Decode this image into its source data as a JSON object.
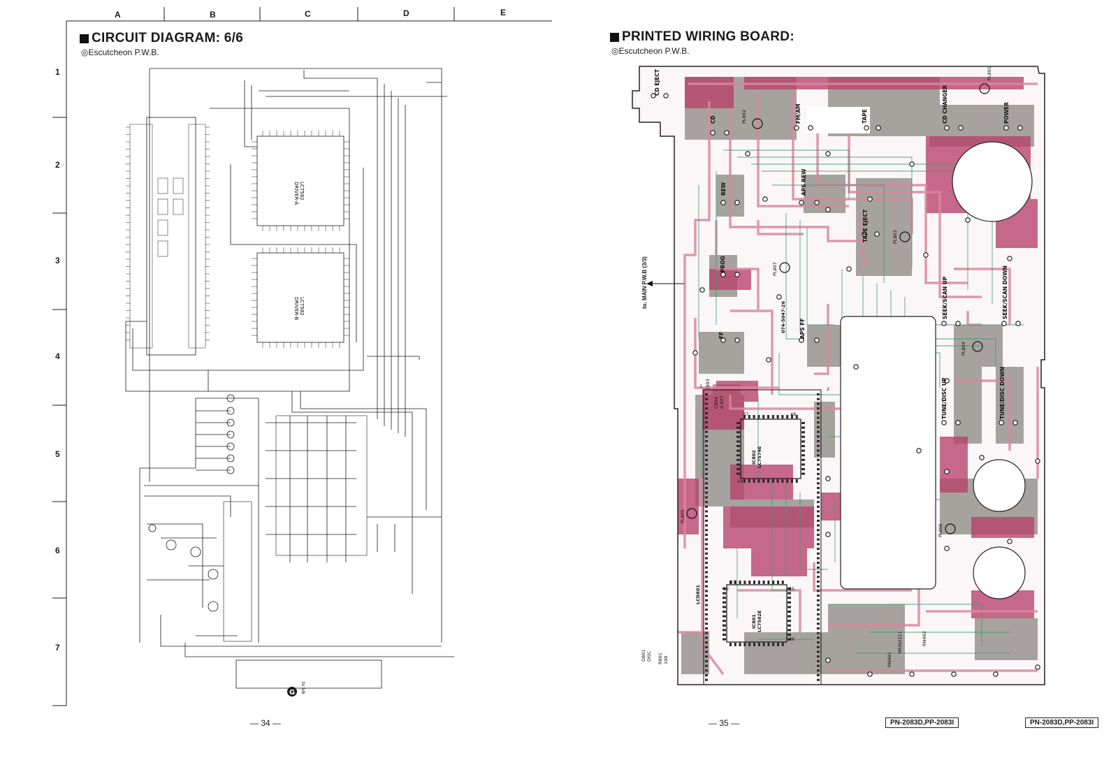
{
  "left_page": {
    "title": "CIRCUIT DIAGRAM: 6/6",
    "subtitle": "◎Escutcheon P.W.B.",
    "columns": [
      "A",
      "B",
      "C",
      "D",
      "E"
    ],
    "rows": [
      "1",
      "2",
      "3",
      "4",
      "5",
      "6",
      "7"
    ],
    "page_number": "— 34 —",
    "ic_labels": [
      "LC7582",
      "DRIVER-A",
      "LC7582",
      "DRIVER-B"
    ],
    "connector_label": "G",
    "connector_sub": "to 5/6"
  },
  "right_page": {
    "title": "PRINTED WIRING BOARD:",
    "subtitle": "◎Escutcheon P.W.B.",
    "page_number": "— 35 —",
    "model_tags": [
      "PN-2083D,PP-2083I",
      "PN-2083D,PP-2083I"
    ],
    "arrow_label": "to. MAIN P.W.B (3/3)",
    "button_labels": [
      "CD EJECT",
      "CD",
      "FM/AM",
      "TAPE",
      "CD CHANGER",
      "POWER",
      "REW",
      "APS REW",
      "PROG",
      "TAPE EJECT",
      "FF",
      "APS FF",
      "SEEK/SCAN UP",
      "SEEK/SCAN DOWN",
      "TUNE/DISC UP",
      "TUNE/DISC DOWN"
    ],
    "part_labels": [
      "PL801",
      "PL802",
      "PL803",
      "PL804",
      "PL805",
      "PL806",
      "PL807",
      "IC802",
      "LC7574E",
      "IC801",
      "LC7582E",
      "LCD801",
      "D801",
      "DISC",
      "RN401",
      "RN402",
      "MUN2211",
      "R801",
      "100",
      "C804",
      "0.047",
      "C803",
      "074-5047-26",
      "37",
      "48",
      "24",
      "13",
      "12",
      "25",
      "36",
      "1",
      "2"
    ]
  },
  "colors": {
    "ink": "#1a1a1a",
    "copper_red": "#b8406a",
    "copper_pink": "#e6a6bd",
    "copper_gray": "#8f8b86",
    "trace_green": "#3f9c72",
    "board_outline": "#222222"
  }
}
